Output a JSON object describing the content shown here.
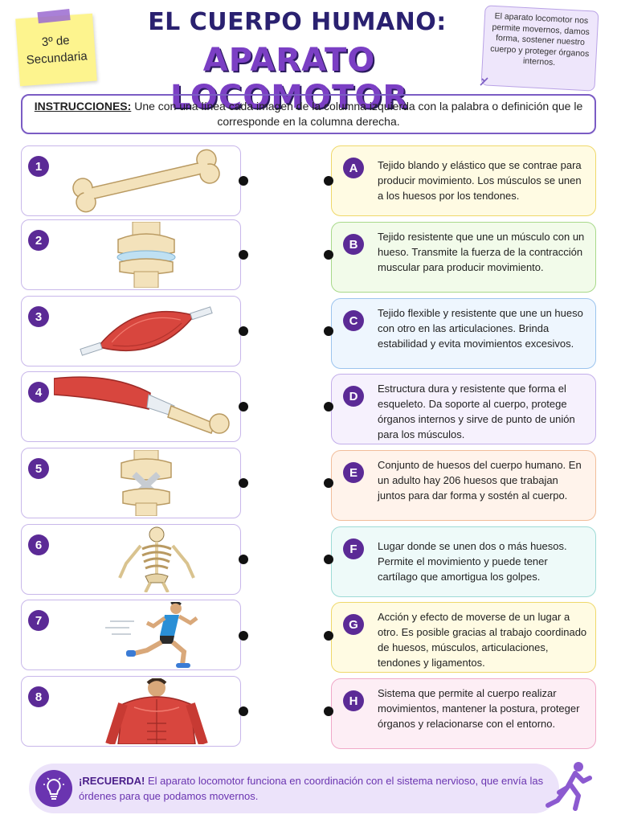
{
  "header": {
    "grade": "3º de Secundaria",
    "title_line1": "EL CUERPO HUMANO:",
    "title_line2": "APARATO LOCOMOTOR",
    "note": "El aparato locomotor nos permite movernos, damos forma, sostener nuestro cuerpo y proteger órganos internos."
  },
  "instructions": {
    "label": "INSTRUCCIONES:",
    "text": " Une con una línea cada imagen de la columna izquierda con la palabra o definición que le corresponde en la columna derecha."
  },
  "images": [
    {
      "number": "1",
      "icon": "bone-icon"
    },
    {
      "number": "2",
      "icon": "knee-cartilage-icon"
    },
    {
      "number": "3",
      "icon": "muscle-icon"
    },
    {
      "number": "4",
      "icon": "tendon-icon"
    },
    {
      "number": "5",
      "icon": "knee-ligament-icon"
    },
    {
      "number": "6",
      "icon": "skeleton-icon"
    },
    {
      "number": "7",
      "icon": "runner-icon"
    },
    {
      "number": "8",
      "icon": "muscular-torso-icon"
    }
  ],
  "definitions": [
    {
      "letter": "A",
      "text": "Tejido blando y elástico que se contrae para producir movimiento. Los músculos se unen a los huesos por los tendones.",
      "border": "#efd86a",
      "bg": "#fffbe3"
    },
    {
      "letter": "B",
      "text": "Tejido resistente que une un músculo con un hueso. Transmite la fuerza de la contracción muscular para producir movimiento.",
      "border": "#a8d98a",
      "bg": "#f2fbea"
    },
    {
      "letter": "C",
      "text": "Tejido flexible y resistente que une un hueso con otro en las articulaciones. Brinda estabilidad y evita movimientos excesivos.",
      "border": "#9cc4ee",
      "bg": "#eef6fe"
    },
    {
      "letter": "D",
      "text": "Estructura dura y resistente que forma el esqueleto. Da soporte al cuerpo, protege órganos internos y sirve de punto de unión para los músculos.",
      "border": "#c3aeea",
      "bg": "#f6f1fd"
    },
    {
      "letter": "E",
      "text": "Conjunto de huesos del cuerpo humano. En un adulto hay 206 huesos que trabajan juntos para dar forma y sostén al cuerpo.",
      "border": "#f1bd9a",
      "bg": "#fff3eb"
    },
    {
      "letter": "F",
      "text": "Lugar donde se unen dos o más huesos. Permite el movimiento y puede tener cartílago que amortigua los golpes.",
      "border": "#9edbd6",
      "bg": "#eefaf9"
    },
    {
      "letter": "G",
      "text": "Acción y efecto de moverse de un lugar a otro. Es posible gracias al trabajo coordinado de huesos, músculos, articulaciones, tendones y ligamentos.",
      "border": "#efd86a",
      "bg": "#fffbe3"
    },
    {
      "letter": "H",
      "text": "Sistema que permite al cuerpo realizar movimientos, mantener la postura, proteger órganos y relacionarse con el entorno.",
      "border": "#f0a8c8",
      "bg": "#fdeef5"
    }
  ],
  "footer": {
    "label": "¡RECUERDA!",
    "text": " El aparato locomotor funciona en coordinación con el sistema nervioso, que envía las órdenes para que podamos movernos.",
    "icon": "lightbulb-icon",
    "side_icon": "running-person-icon"
  }
}
